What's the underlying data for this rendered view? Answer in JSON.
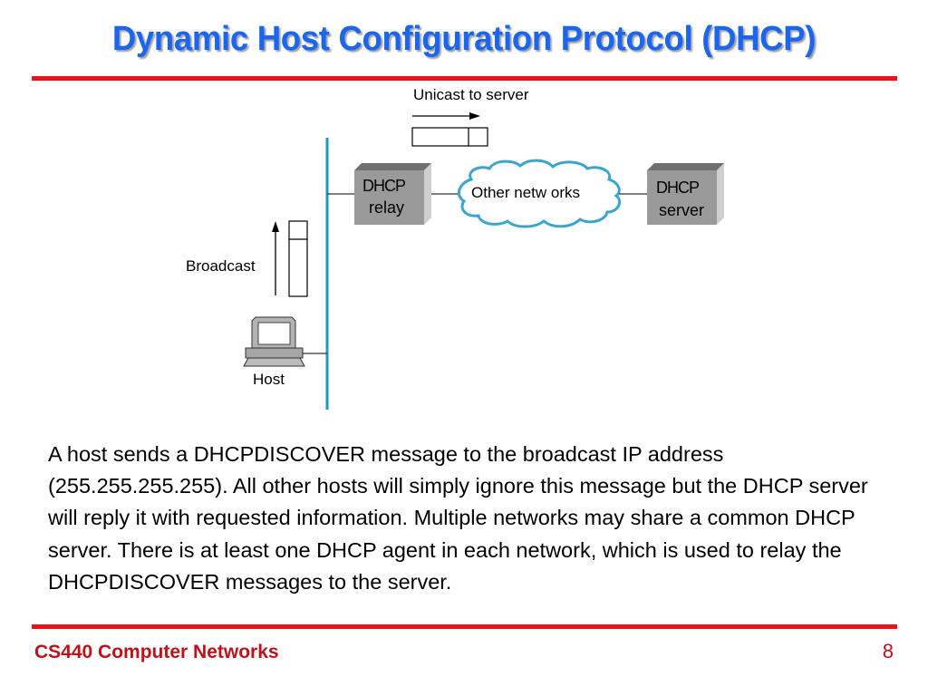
{
  "slide": {
    "title": "Dynamic Host Configuration Protocol (DHCP)",
    "body": "A host sends a DHCPDISCOVER message to the broadcast IP address (255.255.255.255). All other hosts will simply ignore this message but the DHCP server will reply it with requested information. Multiple networks may share a common DHCP server. There is at least one DHCP agent in each network, which is used to relay the DHCPDISCOVER messages to the server.",
    "footer": {
      "course": "CS440 Computer Networks",
      "page_number": "8"
    }
  },
  "diagram": {
    "unicast_label": "Unicast to server",
    "broadcast_label": "Broadcast",
    "host_label": "Host",
    "relay_label_line1": "DHCP",
    "relay_label_line2": "relay",
    "cloud_label": "Other netw orks",
    "server_label_line1": "DHCP",
    "server_label_line2": "server"
  },
  "colors": {
    "title": "#1a66f0",
    "rule": "#e8141a",
    "footer": "#c0101a",
    "lan_line": "#1e9bbf",
    "cloud_stroke": "#3aa6cf",
    "box_face": "#999999"
  }
}
